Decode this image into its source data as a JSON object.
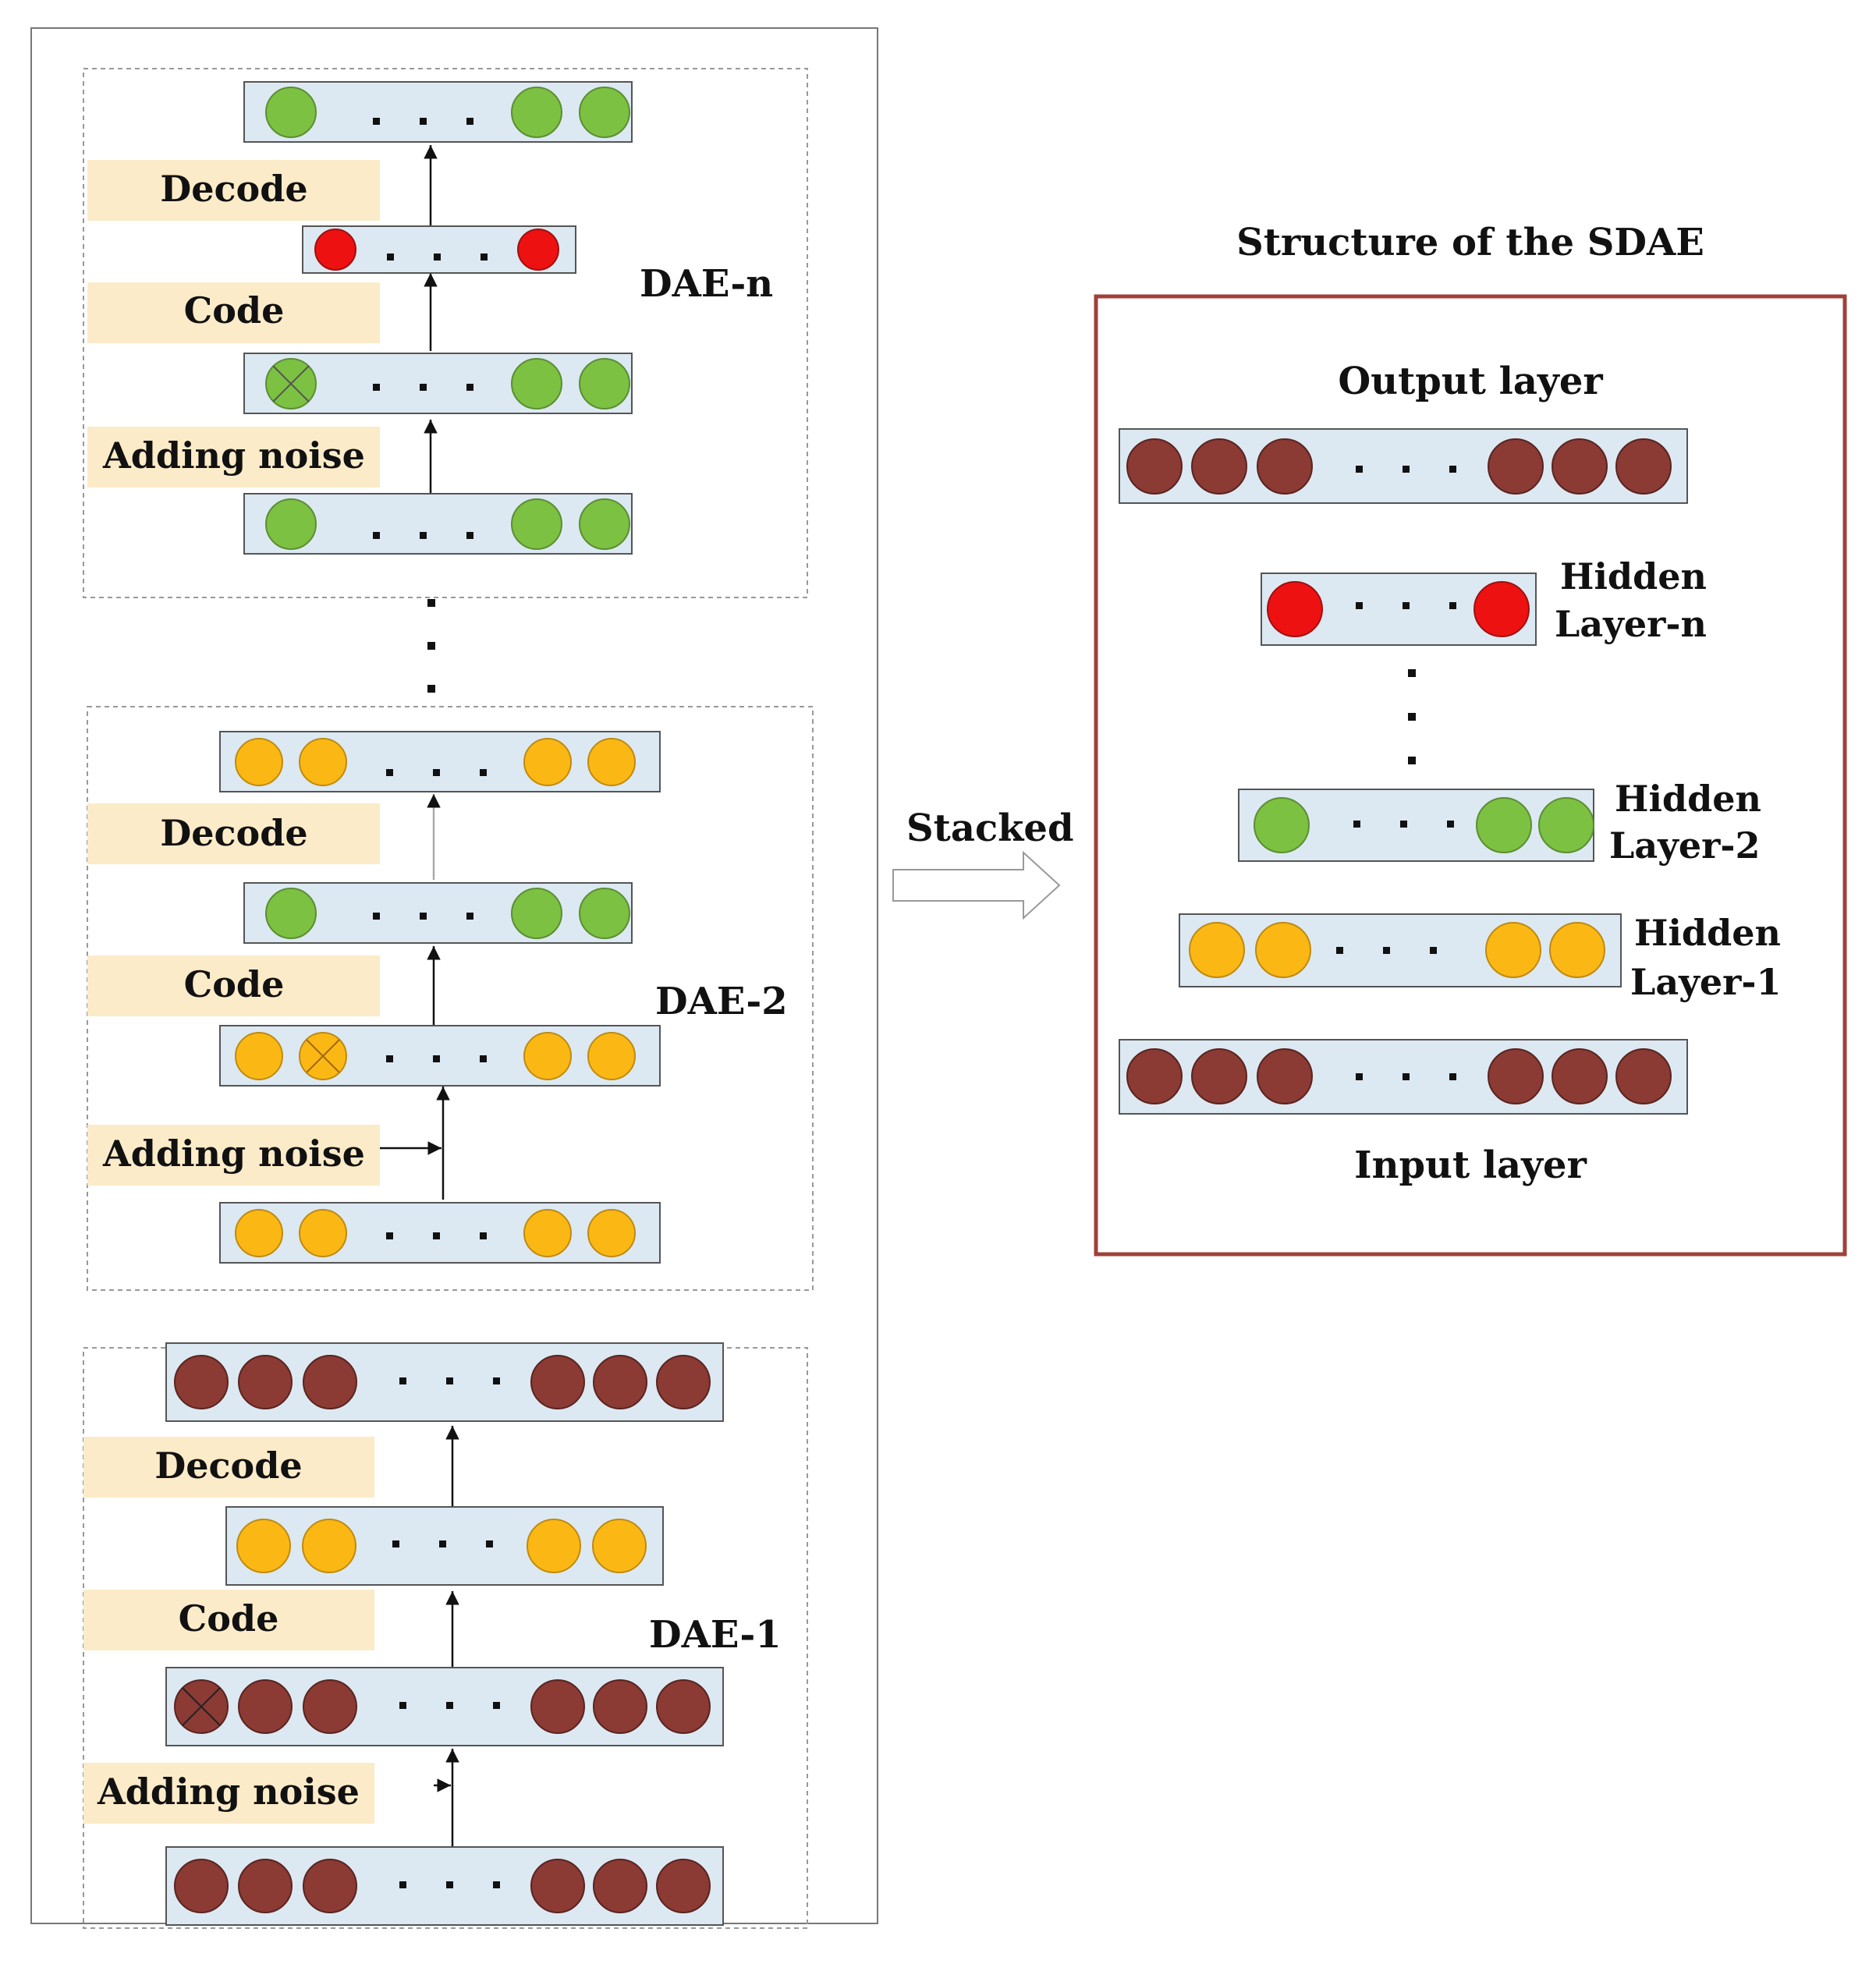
{
  "colors": {
    "brown": "#8b3a34",
    "yellow": "#fbb814",
    "green": "#7cc142",
    "red": "#ee1111",
    "layer_fill": "#dce9f2",
    "label_fill": "#fcebc8",
    "sdae_border": "#a0403a"
  },
  "dae_n": {
    "name": "DAE-n",
    "decode": "Decode",
    "code": "Code",
    "noise": "Adding noise"
  },
  "dae_2": {
    "name": "DAE-2",
    "decode": "Decode",
    "code": "Code",
    "noise": "Adding noise"
  },
  "dae_1": {
    "name": "DAE-1",
    "decode": "Decode",
    "code": "Code",
    "noise": "Adding noise"
  },
  "stacked": "Stacked",
  "sdae": {
    "title": "Structure of the SDAE",
    "output": "Output layer",
    "hidden_n_1": "Hidden",
    "hidden_n_2": "Layer-n",
    "hidden_2_1": "Hidden",
    "hidden_2_2": "Layer-2",
    "hidden_1_1": "Hidden",
    "hidden_1_2": "Layer-1",
    "input": "Input layer"
  }
}
